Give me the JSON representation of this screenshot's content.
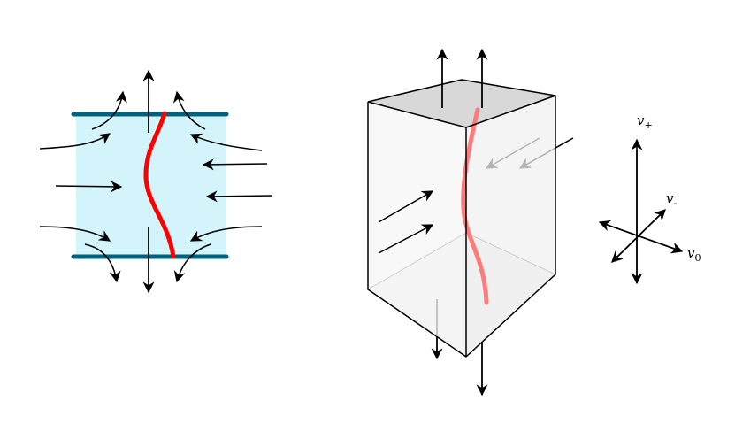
{
  "colors": {
    "channel_fill": "#d4f4fc",
    "plate": "#00627e",
    "vortex_line": "#ff0000",
    "vortex_line_faded": "#ff7b7b",
    "arrow": "#000000",
    "arrow_faded": "#b4b4b4",
    "prism_face_light": "#f7f7f7",
    "prism_face_top": "#d8d8d8",
    "prism_face_bottom": "#e4e4e4",
    "prism_edge": "#000000"
  },
  "basis_vectors": [
    {
      "symbol": "v",
      "subscript": "+"
    },
    {
      "symbol": "v",
      "subscript": "-"
    },
    {
      "symbol": "v",
      "subscript": "0"
    }
  ]
}
